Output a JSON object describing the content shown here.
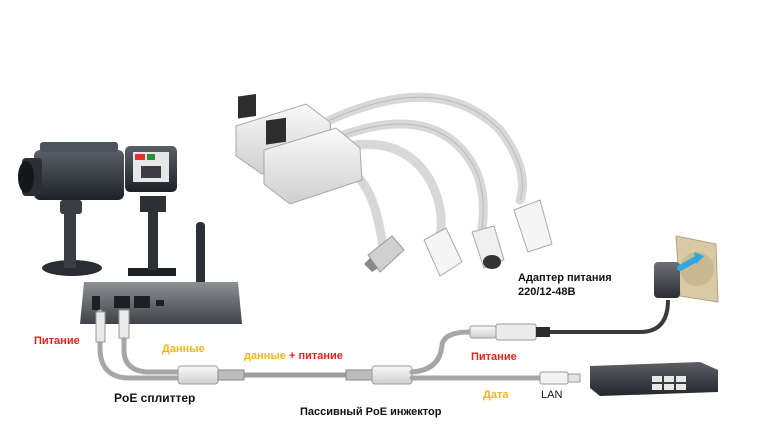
{
  "labels": {
    "power_left": "Питание",
    "data_left": "Данные",
    "data_plus_power_a": "данные",
    "data_plus_power_plus": "+",
    "data_plus_power_b": "питание",
    "power_right": "Питание",
    "data_right": "Дата",
    "lan": "LAN",
    "poe_splitter": "PoE сплиттер",
    "passive_injector": "Пассивный PoE инжектор",
    "adapter_line1": "Адаптер питания",
    "adapter_line2": "220/12-48В"
  },
  "colors": {
    "power": "#e8231b",
    "data": "#f2b51a",
    "text": "#111111"
  }
}
